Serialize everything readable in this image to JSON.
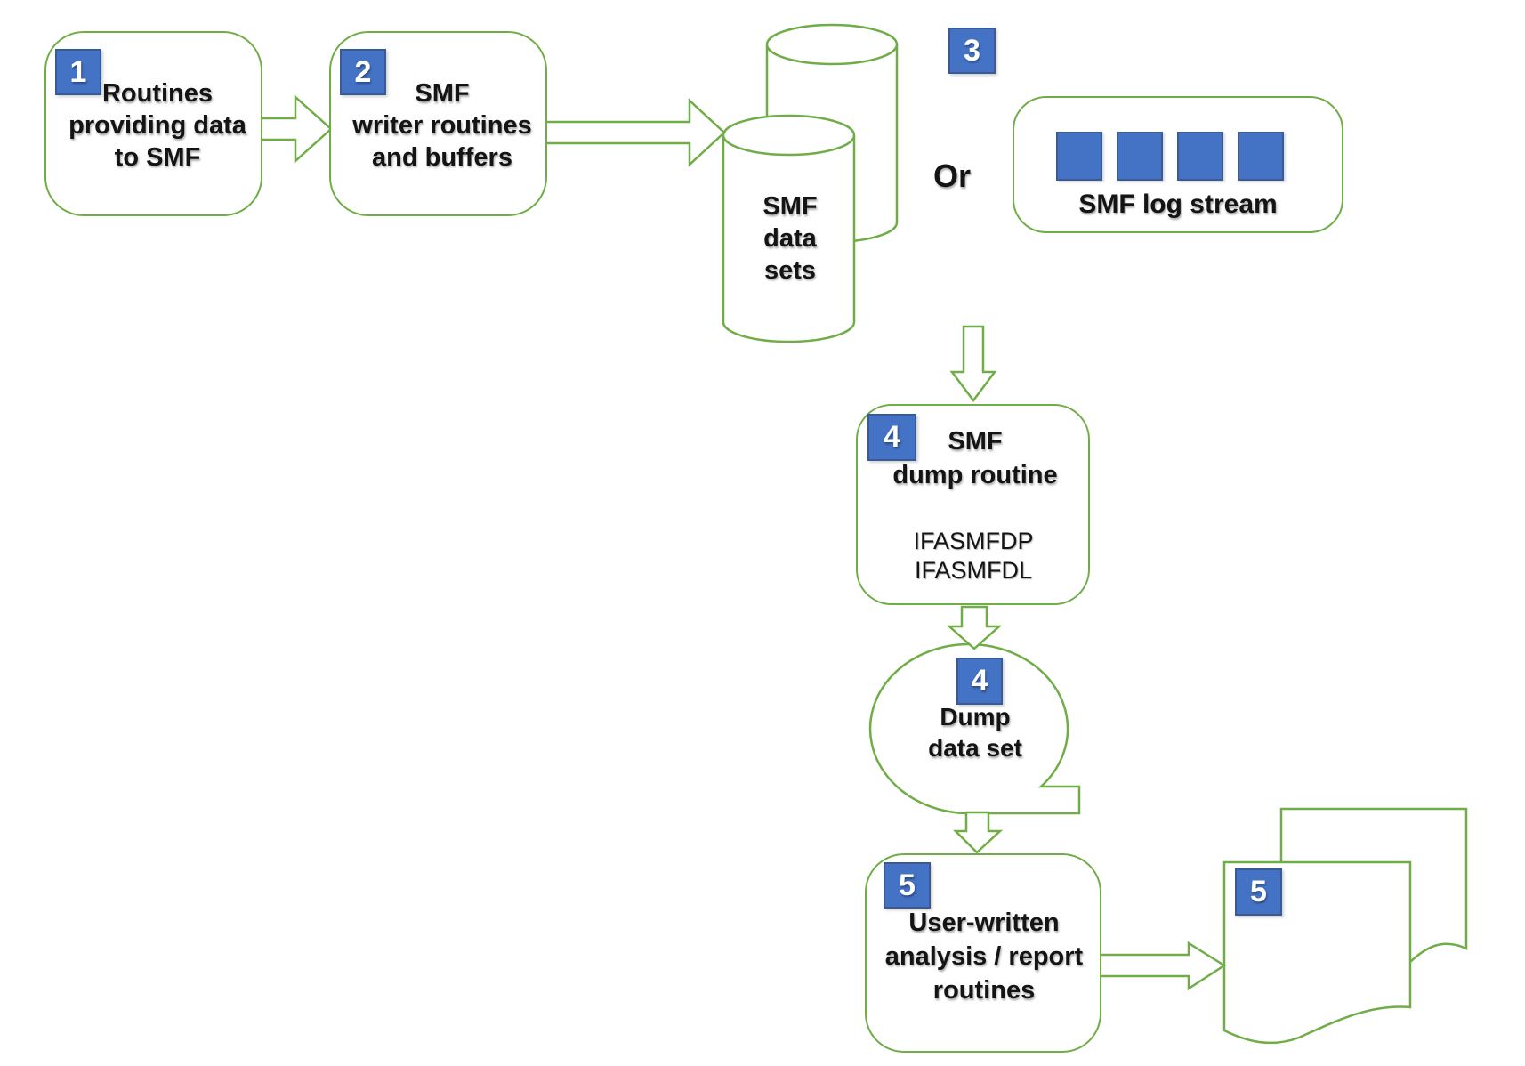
{
  "colors": {
    "shape_outline_green": "#70AD47",
    "accent_blue": "#4472C4",
    "accent_blue_border": "#3A5A96",
    "text": "#141414"
  },
  "nodes": {
    "box1": {
      "badge": "1",
      "lines": [
        "Routines",
        "providing data",
        "to SMF"
      ]
    },
    "box2": {
      "badge": "2",
      "lines": [
        "SMF",
        "writer routines",
        "and buffers"
      ]
    },
    "data_sets": {
      "lines": [
        "SMF",
        "data",
        "sets"
      ]
    },
    "or_label": "Or",
    "log_stream": {
      "badge": "3",
      "label": "SMF log stream"
    },
    "dump_routine": {
      "badge": "4",
      "lines": [
        "SMF",
        "dump routine"
      ],
      "programs": [
        "IFASMFDP",
        "IFASMFDL"
      ]
    },
    "dump_data_set": {
      "badge": "4",
      "lines": [
        "Dump",
        "data set"
      ]
    },
    "analysis": {
      "badge": "5",
      "lines": [
        "User-written",
        "analysis / report",
        "routines"
      ]
    },
    "report": {
      "badge": "5"
    }
  }
}
